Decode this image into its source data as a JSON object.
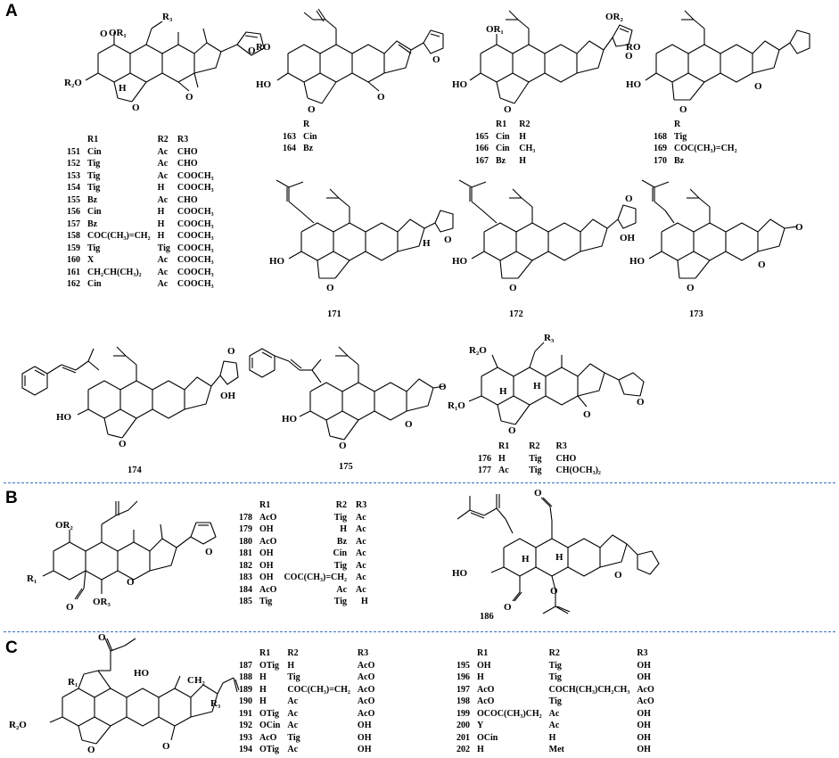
{
  "panels": {
    "A": "A",
    "B": "B",
    "C": "C"
  },
  "atom_labels": {
    "OR1": "OR₁",
    "R3": "R₃",
    "R2O": "R₂O",
    "RO": "RO",
    "HO": "HO",
    "OR2": "OR₂",
    "O": "O",
    "H": "H",
    "OH": "OH",
    "R1O": "R₁O",
    "R1": "R₁",
    "OR3": "OR₃",
    "CH2": "CH₂",
    "R2": "R₂"
  },
  "compound_ids": {
    "c171": "171",
    "c172": "172",
    "c173": "173",
    "c174": "174",
    "c175": "175",
    "c186": "186"
  },
  "tables": {
    "t151": {
      "headers": [
        "",
        "R1",
        "R2",
        "R3"
      ],
      "rows": [
        [
          "151",
          "Cin",
          "Ac",
          "CHO"
        ],
        [
          "152",
          "Tig",
          "Ac",
          "CHO"
        ],
        [
          "153",
          "Tig",
          "Ac",
          "COOCH₃"
        ],
        [
          "154",
          "Tig",
          "H",
          "COOCH₃"
        ],
        [
          "155",
          "Bz",
          "Ac",
          "CHO"
        ],
        [
          "156",
          "Cin",
          "H",
          "COOCH₃"
        ],
        [
          "157",
          "Bz",
          "H",
          "COOCH₃"
        ],
        [
          "158",
          "COC(CH₃)=CH₂",
          "H",
          "COOCH₃"
        ],
        [
          "159",
          "Tig",
          "Tig",
          "COOCH₃"
        ],
        [
          "160",
          "X",
          "Ac",
          "COOCH₃"
        ],
        [
          "161",
          "CH₂CH(CH₃)₂",
          "Ac",
          "COOCH₃"
        ],
        [
          "162",
          "Cin",
          "Ac",
          "COOCH₃"
        ]
      ]
    },
    "t163": {
      "headers": [
        "",
        "R"
      ],
      "rows": [
        [
          "163",
          "Cin"
        ],
        [
          "164",
          "Bz"
        ]
      ]
    },
    "t165": {
      "headers": [
        "",
        "R1",
        "R2"
      ],
      "rows": [
        [
          "165",
          "Cin",
          "H"
        ],
        [
          "166",
          "Cin",
          "CH₃"
        ],
        [
          "167",
          "Bz",
          "H"
        ]
      ]
    },
    "t168": {
      "headers": [
        "",
        "R"
      ],
      "rows": [
        [
          "168",
          "Tig"
        ],
        [
          "169",
          "COC(CH₃)=CH₂"
        ],
        [
          "170",
          "Bz"
        ]
      ]
    },
    "t176": {
      "headers": [
        "",
        "R1",
        "R2",
        "R3"
      ],
      "rows": [
        [
          "176",
          "H",
          "Tig",
          "CHO"
        ],
        [
          "177",
          "Ac",
          "Tig",
          "CH(OCH₃)₂"
        ]
      ]
    },
    "t178": {
      "headers": [
        "",
        "R1",
        "R2",
        "R3"
      ],
      "rows": [
        [
          "178",
          "AcO",
          "Tig",
          "Ac"
        ],
        [
          "179",
          "OH",
          "H",
          "Ac"
        ],
        [
          "180",
          "AcO",
          "Bz",
          "Ac"
        ],
        [
          "181",
          "OH",
          "Cin",
          "Ac"
        ],
        [
          "182",
          "OH",
          "Tig",
          "Ac"
        ],
        [
          "183",
          "OH",
          "COC(CH₃)=CH₂",
          "Ac"
        ],
        [
          "184",
          "AcO",
          "Ac",
          "Ac"
        ],
        [
          "185",
          "Tig",
          "Tig",
          "H"
        ]
      ]
    },
    "t187": {
      "headers": [
        "",
        "R1",
        "R2",
        "R3"
      ],
      "rows": [
        [
          "187",
          "OTig",
          "H",
          "AcO"
        ],
        [
          "188",
          "H",
          "Tig",
          "AcO"
        ],
        [
          "189",
          "H",
          "COC(CH₃)=CH₂",
          "AcO"
        ],
        [
          "190",
          "H",
          "Ac",
          "AcO"
        ],
        [
          "191",
          "OTig",
          "Ac",
          "AcO"
        ],
        [
          "192",
          "OCin",
          "Ac",
          "OH"
        ],
        [
          "193",
          "AcO",
          "Tig",
          "OH"
        ],
        [
          "194",
          "OTig",
          "Ac",
          "OH"
        ]
      ]
    },
    "t195": {
      "headers": [
        "",
        "R1",
        "R2",
        "R3"
      ],
      "rows": [
        [
          "195",
          "OH",
          "Tig",
          "OH"
        ],
        [
          "196",
          "H",
          "Tig",
          "OH"
        ],
        [
          "197",
          "AcO",
          "COCH(CH₃)CH₂CH₃",
          "AcO"
        ],
        [
          "198",
          "AcO",
          "Tig",
          "AcO"
        ],
        [
          "199",
          "OCOC(CH₃)CH₂",
          "Ac",
          "OH"
        ],
        [
          "200",
          "Y",
          "Ac",
          "OH"
        ],
        [
          "201",
          "OCin",
          "H",
          "OH"
        ],
        [
          "202",
          "H",
          "Met",
          "OH"
        ]
      ]
    }
  }
}
